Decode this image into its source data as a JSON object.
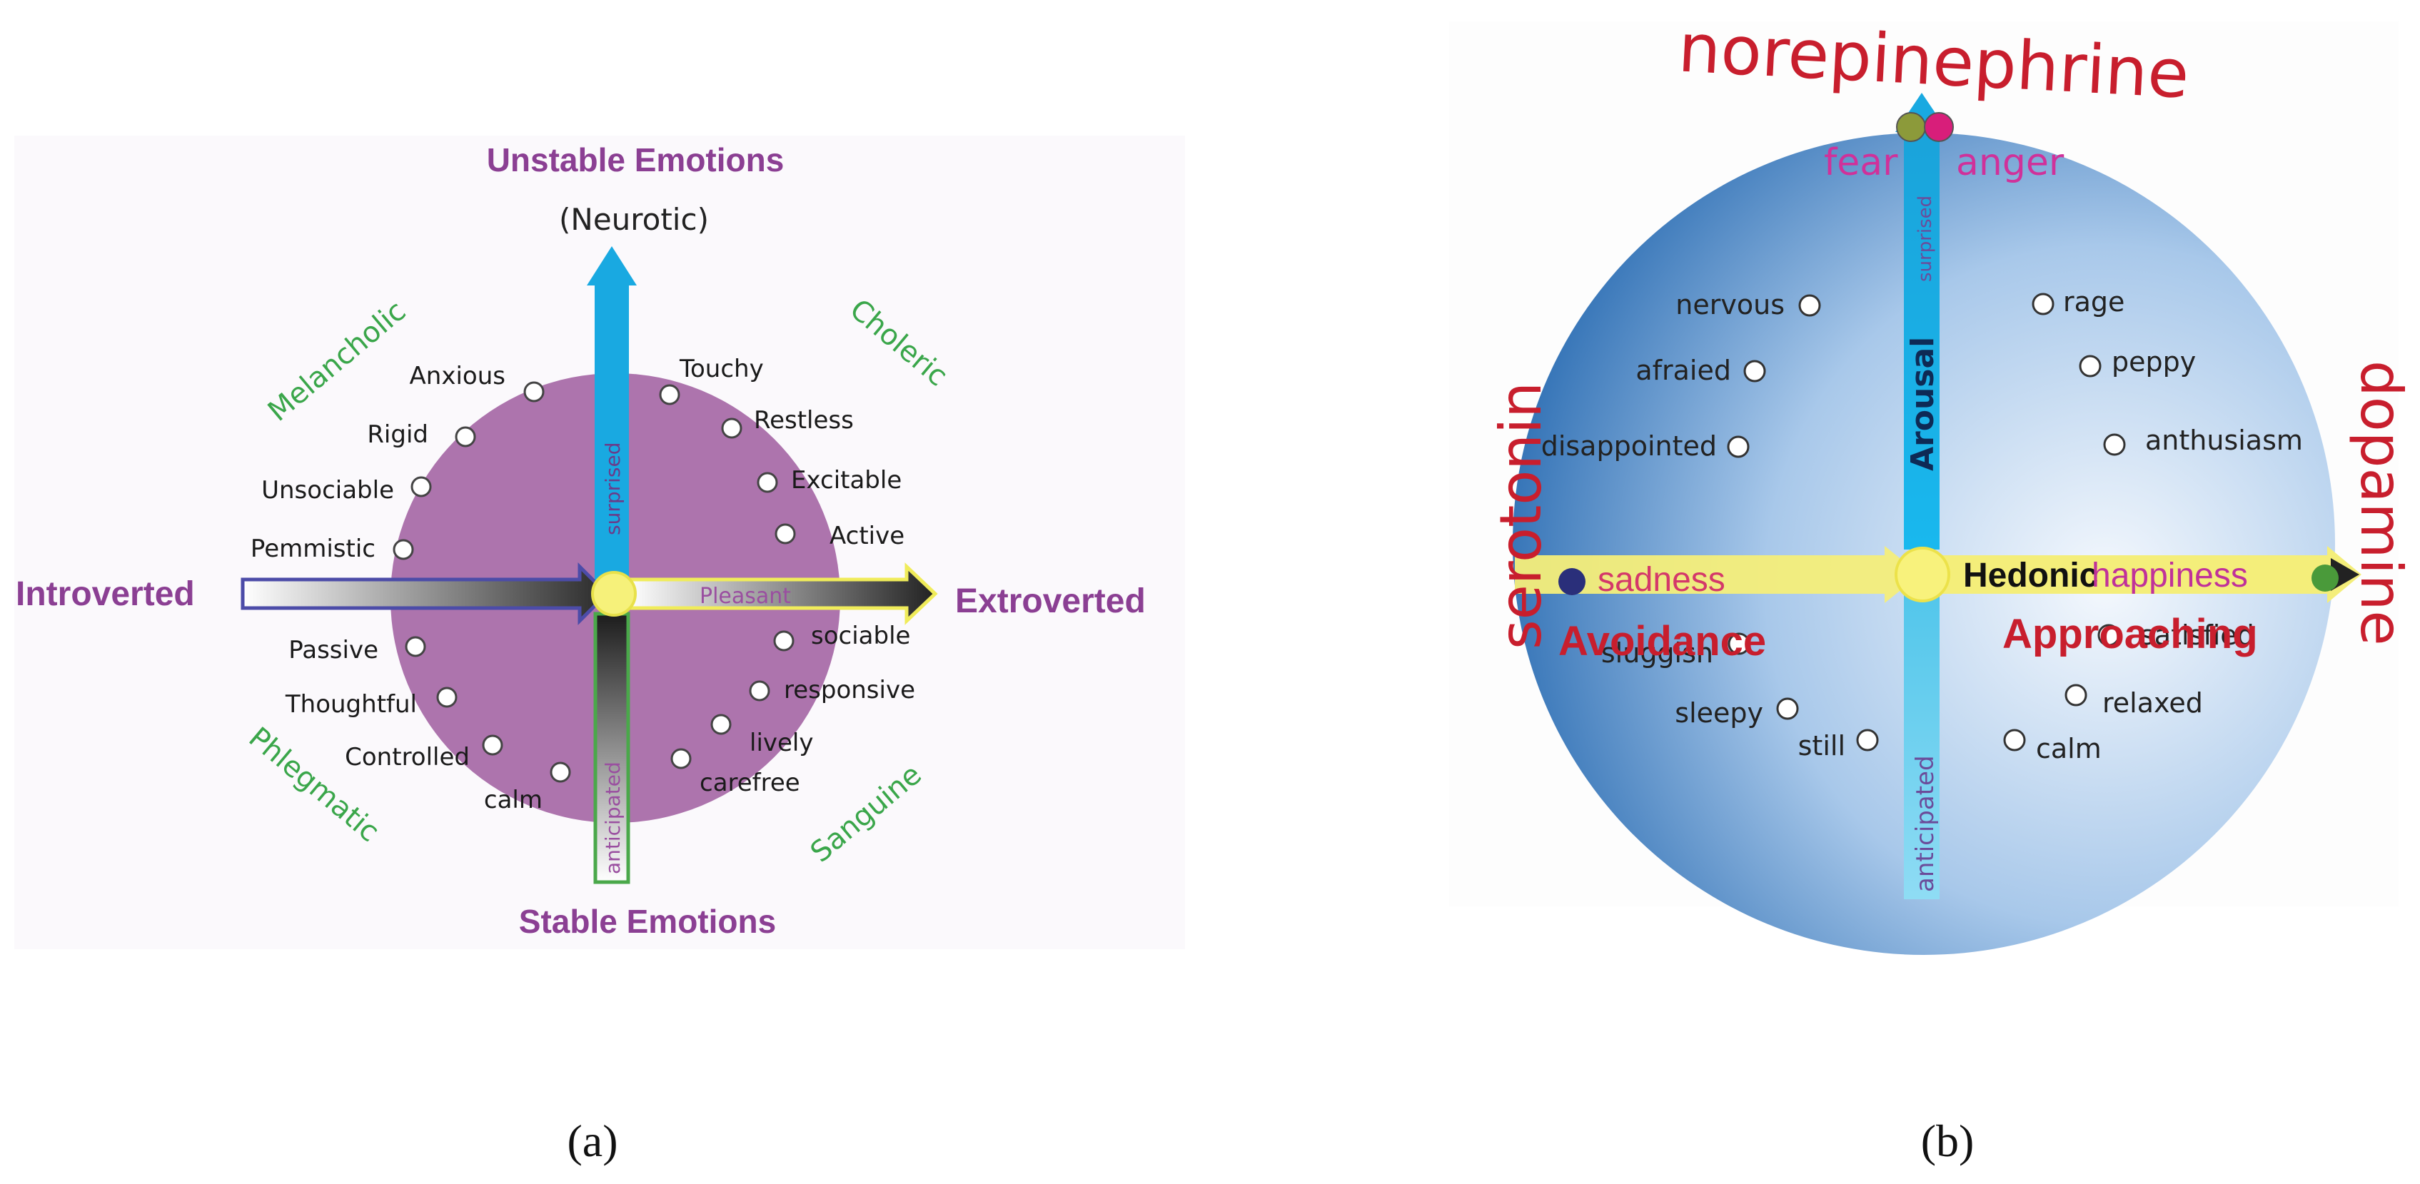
{
  "colors": {
    "purple_disc": "#ad74ad",
    "purple_text": "#8b3f93",
    "green_text": "#3aa64a",
    "blue_arrow": "#19a9e1",
    "yellow": "#f6f17a",
    "red_text": "#c81e2d",
    "magenta_text": "#c0319a",
    "disc_b_dark": "#3f7fbf",
    "disc_b_light": "#eef4fb"
  },
  "panel_a": {
    "caption": "(a)",
    "axis_top": "Unstable Emotions",
    "axis_top_sub": "(Neurotic)",
    "axis_bottom": "Stable Emotions",
    "axis_left": "Introverted",
    "axis_right": "Extroverted",
    "arrow_up_label": "surprised",
    "arrow_down_label": "anticipated",
    "arrow_right_label": "Pleasant",
    "quadrants": {
      "top_left": "Melancholic",
      "top_right": "Choleric",
      "bottom_left": "Phlegmatic",
      "bottom_right": "Sanguine"
    },
    "traits_left": [
      "Anxious",
      "Rigid",
      "Unsociable",
      "Pemmistic",
      "Passive",
      "Thoughtful",
      "Controlled",
      "calm"
    ],
    "traits_right": [
      "Touchy",
      "Restless",
      "Excitable",
      "Active",
      "sociable",
      "responsive",
      "lively",
      "carefree"
    ]
  },
  "panel_b": {
    "caption": "(b)",
    "top": "norepinephrine",
    "left": "serotonin",
    "right": "dopamine",
    "fear": "fear",
    "anger": "anger",
    "arousal": "Arousal",
    "surprised": "surprised",
    "anticipated": "anticipated",
    "hedonic": "Hedonic",
    "happiness": "happiness",
    "sadness": "sadness",
    "avoidance": "Avoidance",
    "approaching": "Approaching",
    "words_top_left": [
      "nervous",
      "afraied",
      "disappointed"
    ],
    "words_top_right": [
      "rage",
      "peppy",
      "anthusiasm"
    ],
    "words_bottom_left": [
      "sluggish",
      "sleepy",
      "still"
    ],
    "words_bottom_right": [
      "satisfied",
      "relaxed",
      "calm"
    ]
  }
}
